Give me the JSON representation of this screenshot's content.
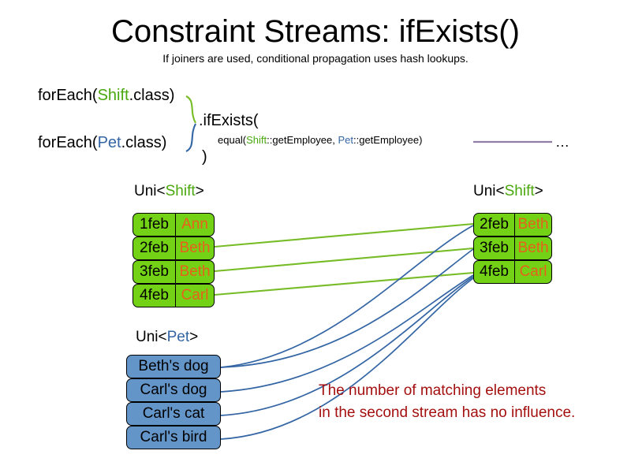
{
  "header": {
    "title": "Constraint Streams: ifExists()",
    "subtitle": "If joiners are used, conditional propagation uses hash lookups."
  },
  "code": {
    "foreach_shift_prefix": "forEach(",
    "foreach_shift_class": "Shift",
    "foreach_shift_suffix": ".class)",
    "foreach_pet_prefix": "forEach(",
    "foreach_pet_class": "Pet",
    "foreach_pet_suffix": ".class)",
    "if_exists": ".ifExists(",
    "equal_prefix": "equal(",
    "equal_shift": "Shift",
    "equal_mid": "::getEmployee, ",
    "equal_pet": "Pet",
    "equal_suffix": "::getEmployee)",
    "close_paren": ")",
    "ellipsis": "…"
  },
  "streams": {
    "left_shift": {
      "label_prefix": "Uni<",
      "label_type": "Shift",
      "label_suffix": ">",
      "rows": [
        {
          "date": "1feb",
          "name": "Ann"
        },
        {
          "date": "2feb",
          "name": "Beth"
        },
        {
          "date": "3feb",
          "name": "Beth"
        },
        {
          "date": "4feb",
          "name": "Carl"
        }
      ]
    },
    "right_shift": {
      "label_prefix": "Uni<",
      "label_type": "Shift",
      "label_suffix": ">",
      "rows": [
        {
          "date": "2feb",
          "name": "Beth"
        },
        {
          "date": "3feb",
          "name": "Beth"
        },
        {
          "date": "4feb",
          "name": "Carl"
        }
      ]
    },
    "pet": {
      "label_prefix": "Uni<",
      "label_type": "Pet",
      "label_suffix": ">",
      "rows": [
        {
          "text": "Beth's dog"
        },
        {
          "text": "Carl's dog"
        },
        {
          "text": "Carl's cat"
        },
        {
          "text": "Carl's bird"
        }
      ]
    }
  },
  "annotation": {
    "line1": "The number of matching elements",
    "line2": "in the second stream has no influence."
  },
  "colors": {
    "shift_green": "#73d216",
    "shift_text": "#4aa80e",
    "pet_blue": "#6495c8",
    "pet_text": "#3465a4",
    "name_orange": "#e8601c",
    "note_red": "#a40f0f",
    "wire_green": "#77bc27",
    "wire_blue": "#3465a4",
    "rule_purple": "#8f7fa8"
  }
}
